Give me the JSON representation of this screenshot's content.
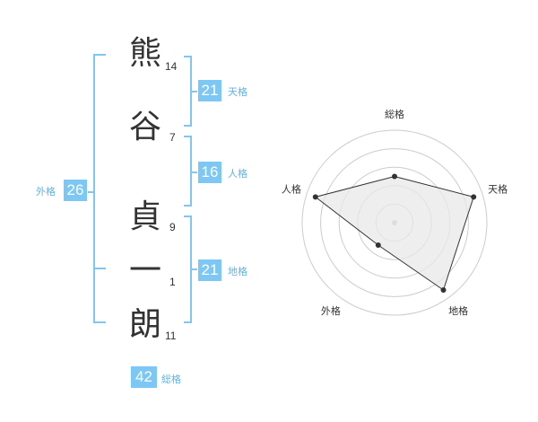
{
  "colors": {
    "accent": "#7cc7f3",
    "accent_text": "#5ab4ec",
    "text": "#333333"
  },
  "name": {
    "characters": [
      {
        "char": "熊",
        "strokes": "14"
      },
      {
        "char": "谷",
        "strokes": "7"
      },
      {
        "char": "貞",
        "strokes": "9"
      },
      {
        "char": "一",
        "strokes": "1"
      },
      {
        "char": "朗",
        "strokes": "11"
      }
    ]
  },
  "fortunes": {
    "tenkaku": {
      "value": "21",
      "label": "天格"
    },
    "jinkaku": {
      "value": "16",
      "label": "人格"
    },
    "chikaku": {
      "value": "21",
      "label": "地格"
    },
    "gaikaku": {
      "value": "26",
      "label": "外格"
    },
    "soukaku": {
      "value": "42",
      "label": "総格"
    }
  },
  "chart_data": {
    "type": "radar",
    "axes": [
      "総格",
      "天格",
      "地格",
      "外格",
      "人格"
    ],
    "values": [
      2.5,
      4.5,
      4.5,
      1.5,
      4.5
    ],
    "max": 5,
    "rings": 5,
    "colors": {
      "fill": "#e8e8e8",
      "stroke": "#333333",
      "ring": "#cccccc",
      "point": "#333333",
      "center": "#bbbbbb"
    }
  }
}
